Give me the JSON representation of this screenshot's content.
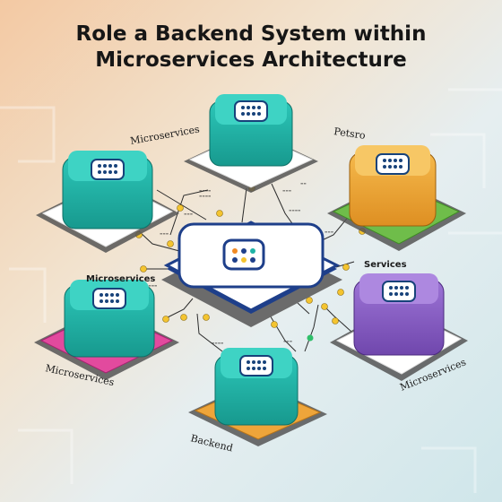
{
  "title": {
    "line1": "Role a Backend System within",
    "line2": "Microservices Architecture"
  },
  "labels": {
    "top_left": "Microservices",
    "top_right": "Petsro",
    "mid_left": "Microservices",
    "mid_right": "Services",
    "bottom_left": "Microservices",
    "bottom_center": "Backend",
    "bottom_right": "Microservices"
  },
  "colors": {
    "teal": "#1fb3a6",
    "orange": "#eea53a",
    "purple": "#8a5fc4",
    "green_base": "#6fbd4a",
    "pink_base": "#e24a9e",
    "connector": "#f4c430",
    "hub_accent": "#1e3f8a"
  },
  "icons": {
    "module": "chip-grid-icon",
    "hub": "server-hub-icon"
  }
}
